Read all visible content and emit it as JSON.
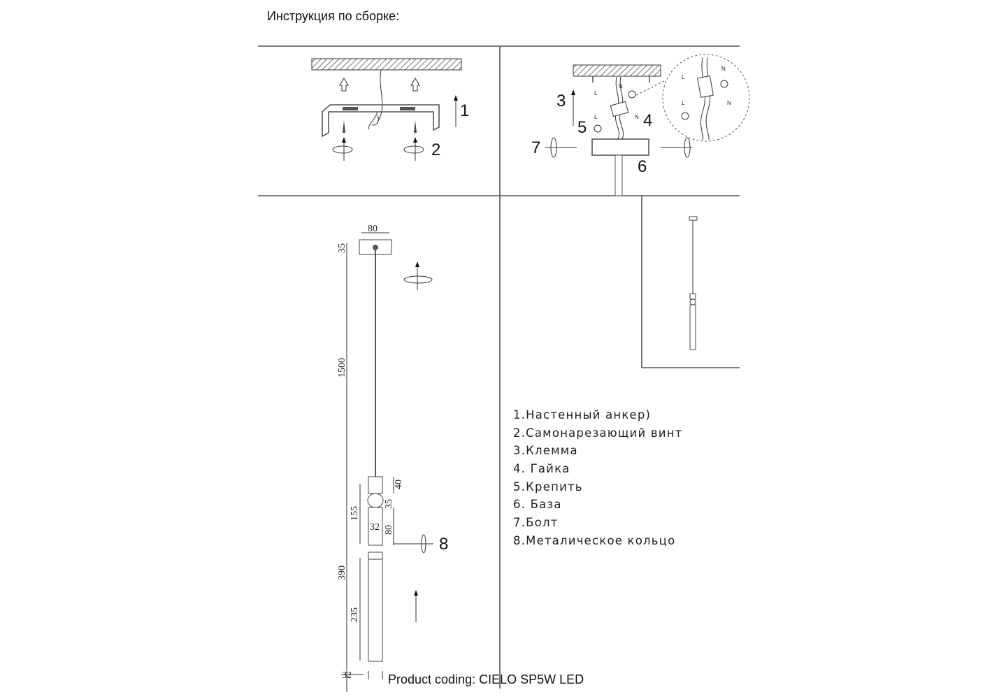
{
  "title": "Инструкция по сборке:",
  "step_labels": [
    "1",
    "2",
    "3",
    "4",
    "5",
    "6",
    "7",
    "8"
  ],
  "wire_labels": {
    "live": "L",
    "neutral": "N"
  },
  "dimensions": {
    "canopy_width": "80",
    "canopy_height": "35",
    "cable_length": "1500",
    "upper_height": "155",
    "upper_block": "40",
    "ball": "35",
    "lower_block": "80",
    "diameter_inner": "32",
    "tube_total": "390",
    "tube": "235",
    "diameter_bottom": "32"
  },
  "legend": [
    "1.Настенный анкер)",
    "2.Самонарезающий винт",
    "3.Клемма",
    "4.  Гайка",
    "5.Крепить",
    "6.  База",
    "7.Болт",
    "8.Металическое кольцо"
  ],
  "product_coding": "Product coding: CIELO SP5W LED"
}
